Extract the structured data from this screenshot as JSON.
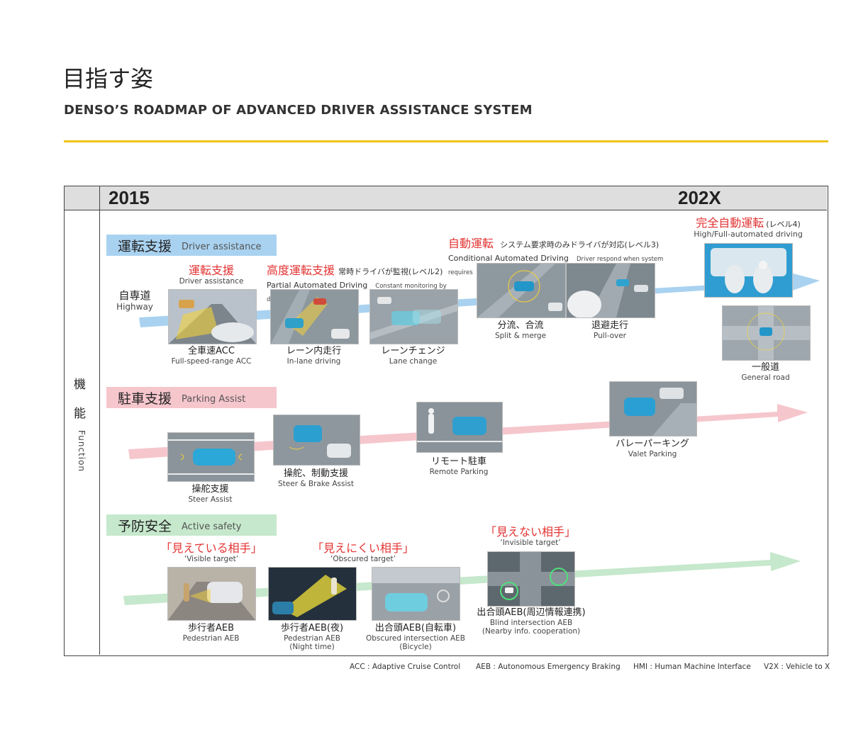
{
  "page": {
    "title_jp": "目指す姿",
    "title_en": "DENSO’S ROADMAP OF ADVANCED DRIVER ASSISTANCE SYSTEM"
  },
  "colors": {
    "accent_rule": "#f0c419",
    "driver_assist": "#a9d2f0",
    "parking_assist": "#f6c6cd",
    "active_safety": "#c6e8cc",
    "highlight_red": "#e33333"
  },
  "timeline": {
    "start": "2015",
    "end": "202X"
  },
  "function_label": {
    "jp_1": "機",
    "jp_2": "能",
    "en": "Function"
  },
  "driver_assistance": {
    "category_jp": "運転支援",
    "category_en": "Driver assistance",
    "highway_jp": "自専道",
    "highway_en": "Highway",
    "stage1_jp": "運転支援",
    "stage1_en": "Driver assistance",
    "stage2_jp": "高度運転支援",
    "stage2_sub_jp": "常時ドライバが監視(レベル2)",
    "stage2_en": "Partial Automated Driving",
    "stage2_sub_en": "Constant monitoring by driver",
    "stage3_jp": "自動運転",
    "stage3_sub_jp": "システム要求時のみドライバが対応(レベル3)",
    "stage3_en": "Conditional Automated Driving",
    "stage3_sub_en": "Driver respond when system requires",
    "stage4_jp": "完全自動運転",
    "stage4_sub_jp": "(レベル4)",
    "stage4_en": "High/Full-automated driving",
    "items": [
      {
        "jp": "全車速ACC",
        "en": "Full-speed-range ACC"
      },
      {
        "jp": "レーン内走行",
        "en": "In-lane driving"
      },
      {
        "jp": "レーンチェンジ",
        "en": "Lane change"
      },
      {
        "jp": "分流、合流",
        "en": "Split & merge"
      },
      {
        "jp": "退避走行",
        "en": "Pull-over"
      },
      {
        "jp": "一般道",
        "en": "General road"
      }
    ]
  },
  "parking_assist": {
    "category_jp": "駐車支援",
    "category_en": "Parking Assist",
    "items": [
      {
        "jp": "操舵支援",
        "en": "Steer Assist"
      },
      {
        "jp": "操舵、制動支援",
        "en": "Steer & Brake Assist"
      },
      {
        "jp": "リモート駐車",
        "en": "Remote Parking"
      },
      {
        "jp": "バレーパーキング",
        "en": "Valet Parking"
      }
    ]
  },
  "active_safety": {
    "category_jp": "予防安全",
    "category_en": "Active safety",
    "visible_jp": "「見えている相手」",
    "visible_en": "‘Visible target’",
    "obscured_jp": "「見えにくい相手」",
    "obscured_en": "‘Obscured target’",
    "invisible_jp": "「見えない相手」",
    "invisible_en": "‘Invisible target’",
    "items": [
      {
        "jp": "歩行者AEB",
        "en": "Pedestrian AEB",
        "en2": ""
      },
      {
        "jp": "歩行者AEB(夜)",
        "en": "Pedestrian AEB",
        "en2": "(Night time)"
      },
      {
        "jp": "出合頭AEB(自転車)",
        "en": "Obscured intersection AEB",
        "en2": "(Bicycle)"
      },
      {
        "jp": "出合頭AEB(周辺情報連携)",
        "en": "Blind intersection AEB",
        "en2": "(Nearby info. cooperation)"
      }
    ]
  },
  "footnotes": [
    "ACC : Adaptive Cruise Control",
    "AEB : Autonomous Emergency Braking",
    "HMI : Human Machine Interface",
    "V2X : Vehicle to X"
  ]
}
